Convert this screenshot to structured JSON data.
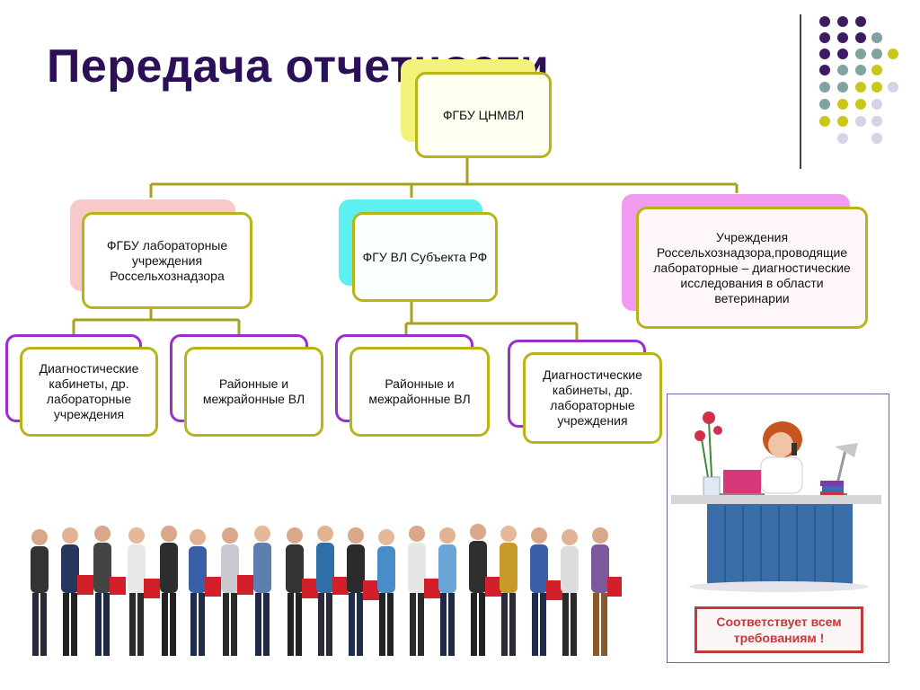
{
  "slide": {
    "title": "Передача отчетности"
  },
  "org_chart": {
    "root": "ФГБУ ЦНМВЛ",
    "level2": [
      "ФГБУ лабораторные учреждения Россельхознадзора",
      "ФГУ ВЛ Субъекта РФ",
      "Учреждения Россельхознадзора,проводящие лабораторные – диагностические исследования в области ветеринарии"
    ],
    "level3": [
      "Диагностические кабинеты, др. лабораторные учреждения",
      "Районные и межрайонные ВЛ",
      "Районные и межрайонные ВЛ",
      "Диагностические кабинеты, др. лабораторные учреждения"
    ]
  },
  "illustration": {
    "stamp_text": "Соответствует всем требованиям !"
  },
  "colors": {
    "title": "#2b0f57",
    "box_border": "#b8b418",
    "connector": "#a8a020",
    "dot_purple": "#3d1a62",
    "dot_teal": "#7fa3a0",
    "dot_yellow": "#c8c71a",
    "dot_lavender": "#d6d3e6",
    "shadow_yellow": "#f3f27a",
    "shadow_pink": "#f7c9c9",
    "shadow_cyan": "#5ef0f0",
    "shadow_magenta": "#f09cf0",
    "shadow_purple": "#9a2fd0"
  }
}
